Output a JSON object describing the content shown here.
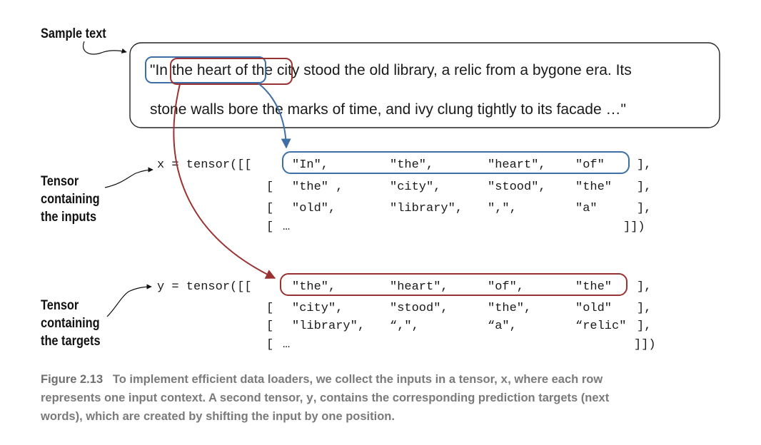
{
  "labels": {
    "sample_text": "Sample text",
    "tensor_inputs": [
      "Tensor",
      "containing",
      "the inputs"
    ],
    "tensor_targets": [
      "Tensor",
      "containing",
      "the targets"
    ]
  },
  "sample": {
    "line1_a": "\"In ",
    "line1_b": "the heart of ",
    "line1_c": "the city stood the old library, a relic from a bygone era. Its",
    "line2": "stone walls bore the marks of time, and ivy clung tightly to its facade …\""
  },
  "x_tensor": {
    "prefix": "x = tensor([[",
    "rows": [
      [
        "\"In\",",
        "\"the\",",
        "\"heart\",",
        "\"of\""
      ],
      [
        "\"the\" ,",
        "\"city\",",
        "\"stood\",",
        "\"the\""
      ],
      [
        "\"old\",",
        "\"library\",",
        "\",\",",
        "\"a\""
      ]
    ],
    "row_close": [
      "],",
      "],",
      "],"
    ],
    "row_open": "[",
    "ellipsis": "…",
    "final_close": "]])"
  },
  "y_tensor": {
    "prefix": "y = tensor([[",
    "rows": [
      [
        "\"the\",",
        "\"heart\",",
        "\"of\",",
        "\"the\""
      ],
      [
        "\"city\",",
        "\"stood\",",
        "\"the\",",
        "\"old\""
      ],
      [
        "\"library\",",
        "“,\",",
        "“a\",",
        "“relic\""
      ]
    ],
    "row_close": [
      "],",
      "],",
      "],"
    ],
    "row_open": "[",
    "ellipsis": "…",
    "final_close": "]])"
  },
  "caption": {
    "figure": "Figure 2.13",
    "line1_text": "To implement efficient data loaders, we collect the inputs in a tensor, ",
    "line1_var": "x",
    "line1_end": ", where each row",
    "line2_start": "represents one input context. A second tensor, ",
    "line2_var": "y",
    "line2_end": ", contains the corresponding prediction targets (next",
    "line3": "words), which are created by shifting the input by one position."
  },
  "colors": {
    "input_highlight": "#3d6ea6",
    "target_highlight": "#9a3232",
    "text": "#1a1a1a",
    "caption": "#7a7a7a"
  }
}
